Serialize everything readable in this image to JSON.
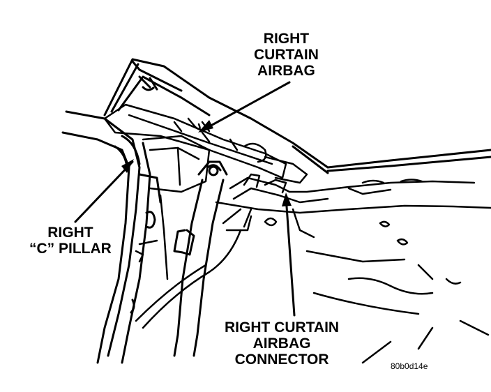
{
  "labels": {
    "curtain_airbag": [
      "RIGHT",
      "CURTAIN",
      "AIRBAG"
    ],
    "c_pillar": [
      "RIGHT",
      "“C” PILLAR"
    ],
    "connector": [
      "RIGHT CURTAIN",
      "AIRBAG",
      "CONNECTOR"
    ]
  },
  "figure_code": "80b0d14e",
  "colors": {
    "ink": "#000000",
    "paper": "#ffffff"
  }
}
